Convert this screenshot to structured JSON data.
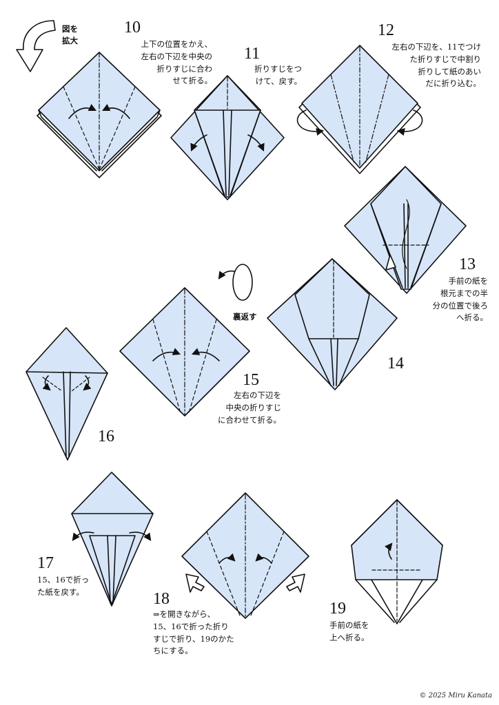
{
  "colors": {
    "paper": "#d7e5f8",
    "line": "#111111",
    "background": "#ffffff"
  },
  "zoom_label": [
    "図を",
    "拡大"
  ],
  "flip_label": "裏返す",
  "steps": [
    {
      "num": "10",
      "lines": [
        "上下の位置をかえ、",
        "左右の下辺を中央の",
        "折りすじに合わ",
        "せて折る。"
      ]
    },
    {
      "num": "11",
      "lines": [
        "折りすじをつ",
        "けて、戻す。"
      ]
    },
    {
      "num": "12",
      "lines": [
        "左右の下辺を、11でつけ",
        "た折りすじで中割り",
        "折りして紙のあい",
        "だに折り込む。"
      ]
    },
    {
      "num": "13",
      "lines": [
        "手前の紙を",
        "根元までの半",
        "分の位置で後ろ",
        "へ折る。"
      ]
    },
    {
      "num": "14",
      "lines": []
    },
    {
      "num": "15",
      "lines": [
        "左右の下辺を",
        "中央の折りすじ",
        "に合わせて折る。"
      ]
    },
    {
      "num": "16",
      "lines": []
    },
    {
      "num": "17",
      "lines": [
        "15、16で折っ",
        "た紙を戻す。"
      ]
    },
    {
      "num": "18",
      "lines": [
        "⇒を開きながら、",
        "15、16で折った折り",
        "すじで折り、19のかた",
        "ちにする。"
      ]
    },
    {
      "num": "19",
      "lines": [
        "手前の紙を",
        "上へ折る。"
      ]
    }
  ],
  "copyright": "© 2025 Miru Kanata"
}
